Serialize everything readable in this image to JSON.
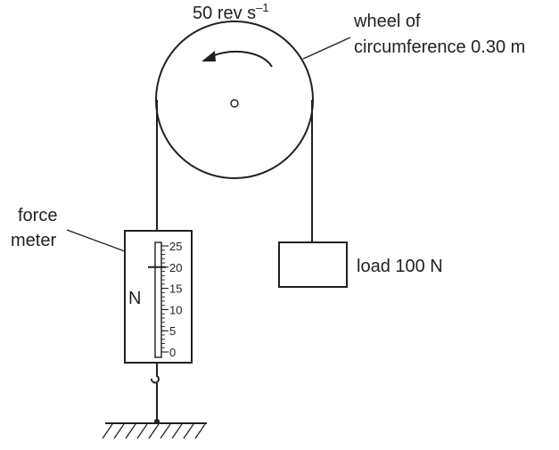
{
  "labels": {
    "speed_value": "50",
    "speed_unit": "rev s",
    "speed_exponent": "–1",
    "wheel_line1": "wheel of",
    "wheel_line2": "circumference 0.30 m",
    "force_line1": "force",
    "force_line2": "meter",
    "meter_unit": "N",
    "load": "load 100 N"
  },
  "meter_scale": {
    "ticks": [
      "25",
      "20",
      "15",
      "10",
      "5",
      "0"
    ],
    "max": 25,
    "reading": 20
  },
  "colors": {
    "ink": "#231f20",
    "background": "#ffffff"
  },
  "icons": [
    "rotation-arrow-icon",
    "hook-icon",
    "ground-hatch-icon",
    "axle-icon"
  ]
}
